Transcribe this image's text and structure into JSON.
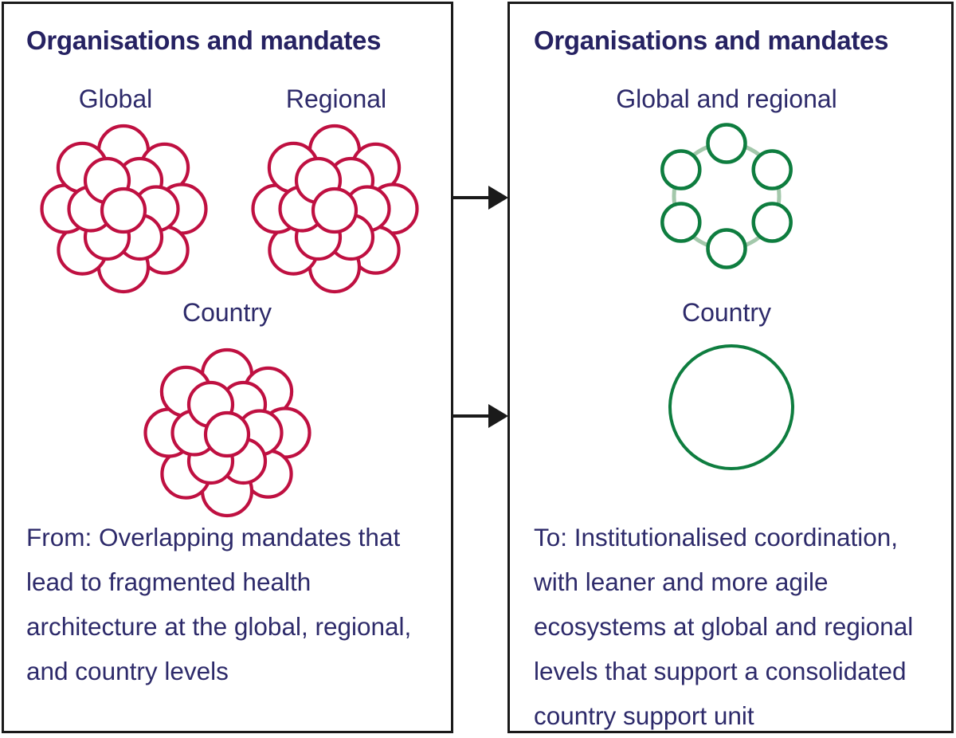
{
  "colors": {
    "crimson": "#bf1041",
    "dark_green": "#0e7d3f",
    "light_green": "#a3c8ab",
    "navy": "#2d2a6a",
    "navy_dark": "#262262",
    "ink": "#1a1a1a",
    "background": "#ffffff"
  },
  "left_panel": {
    "title": "Organisations and mandates",
    "global_label": "Global",
    "regional_label": "Regional",
    "country_label": "Country",
    "icon": "overlapping-circles-cluster",
    "caption_lines": [
      "From: Overlapping mandates that",
      "lead to fragmented health",
      "architecture at the global, regional,",
      "and country levels"
    ]
  },
  "right_panel": {
    "title": "Organisations and mandates",
    "global_regional_label": "Global and regional",
    "country_label": "Country",
    "icons": [
      "coordinated-ring-of-circles",
      "single-consolidated-circle"
    ],
    "caption_lines": [
      "To: Institutionalised coordination,",
      "with leaner and more agile",
      "ecosystems at global and regional",
      "levels that support a consolidated",
      "country support unit"
    ]
  },
  "arrows": {
    "count": "2",
    "direction": "left-to-right"
  }
}
